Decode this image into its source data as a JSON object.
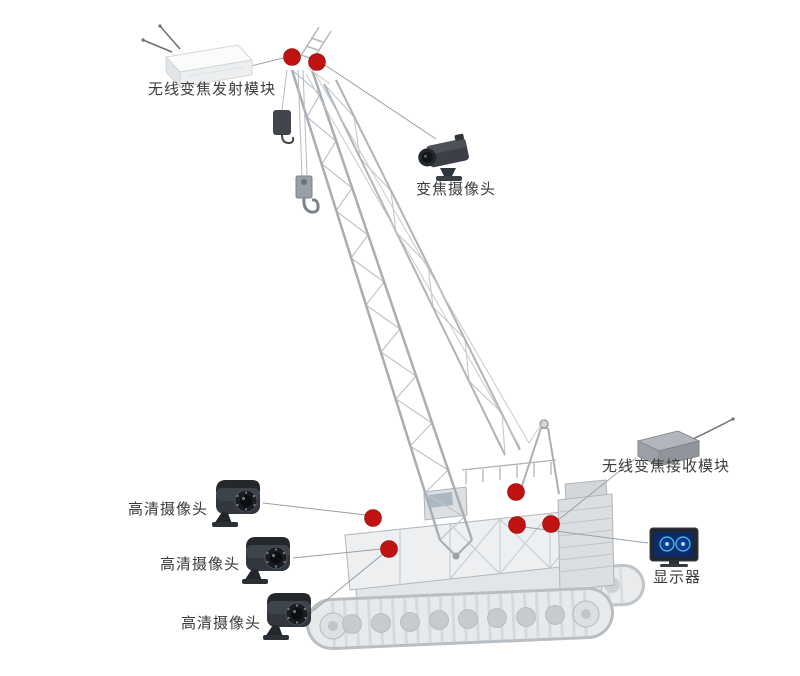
{
  "diagram": {
    "type": "crane-camera-system-diagram",
    "components": {
      "transmitter": {
        "label": "无线变焦发射模块"
      },
      "zoom_camera": {
        "label": "变焦摄像头"
      },
      "receiver": {
        "label": "无线变焦接收模块"
      },
      "monitor": {
        "label": "显示器"
      },
      "hd_camera_1": {
        "label": "高清摄像头"
      },
      "hd_camera_2": {
        "label": "高清摄像头"
      },
      "hd_camera_3": {
        "label": "高清摄像头"
      }
    },
    "colors": {
      "marker": "#c11212",
      "leader": "#9aa0a5",
      "background": "#ffffff"
    },
    "marker_count": 7
  }
}
